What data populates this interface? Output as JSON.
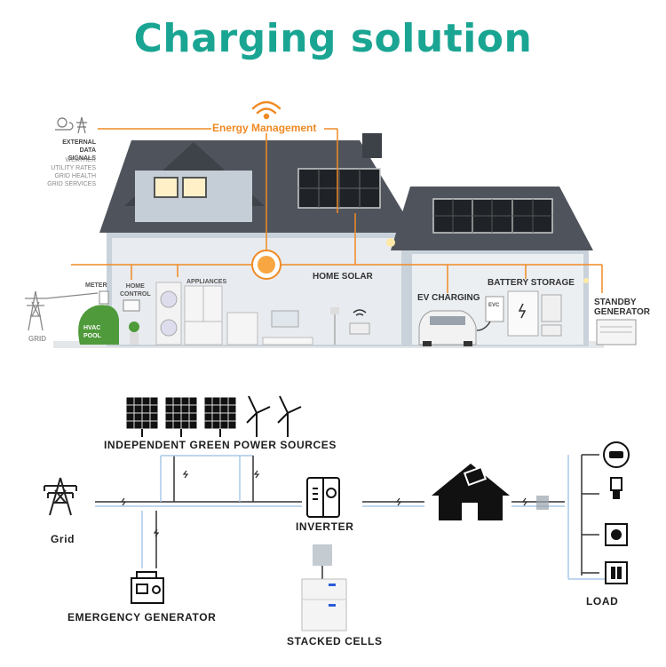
{
  "title": "Charging solution",
  "house_scene": {
    "energy_management": "Energy Management",
    "external_signals": {
      "heading": [
        "EXTERNAL",
        "DATA SIGNALS"
      ],
      "items": [
        "WEATHER",
        "UTILITY RATES",
        "GRID HEALTH",
        "GRID SERVICES"
      ]
    },
    "labels": {
      "meter": "METER",
      "home_control": [
        "HOME",
        "CONTROL"
      ],
      "appliances": "APPLIANCES",
      "home_solar": "HOME SOLAR",
      "battery_storage": "BATTERY STORAGE",
      "ev_charging": "EV CHARGING",
      "evc": "EVC",
      "standby_generator": [
        "STANDBY",
        "GENERATOR"
      ],
      "grid": "GRID",
      "hvac_pool": [
        "HVAC",
        "POOL"
      ]
    }
  },
  "system_diagram": {
    "green_sources": "INDEPENDENT GREEN POWER SOURCES",
    "grid": "Grid",
    "inverter": "INVERTER",
    "emergency_generator": "EMERGENCY GENERATOR",
    "stacked_cells": "STACKED CELLS",
    "load": "LOAD"
  },
  "colors": {
    "title": "#1aa593",
    "accent_orange": "#f08a24",
    "roof": "#555a63",
    "wall": "#b9c4cd",
    "line_blue": "#a8c8e8",
    "line_dark": "#333333"
  }
}
